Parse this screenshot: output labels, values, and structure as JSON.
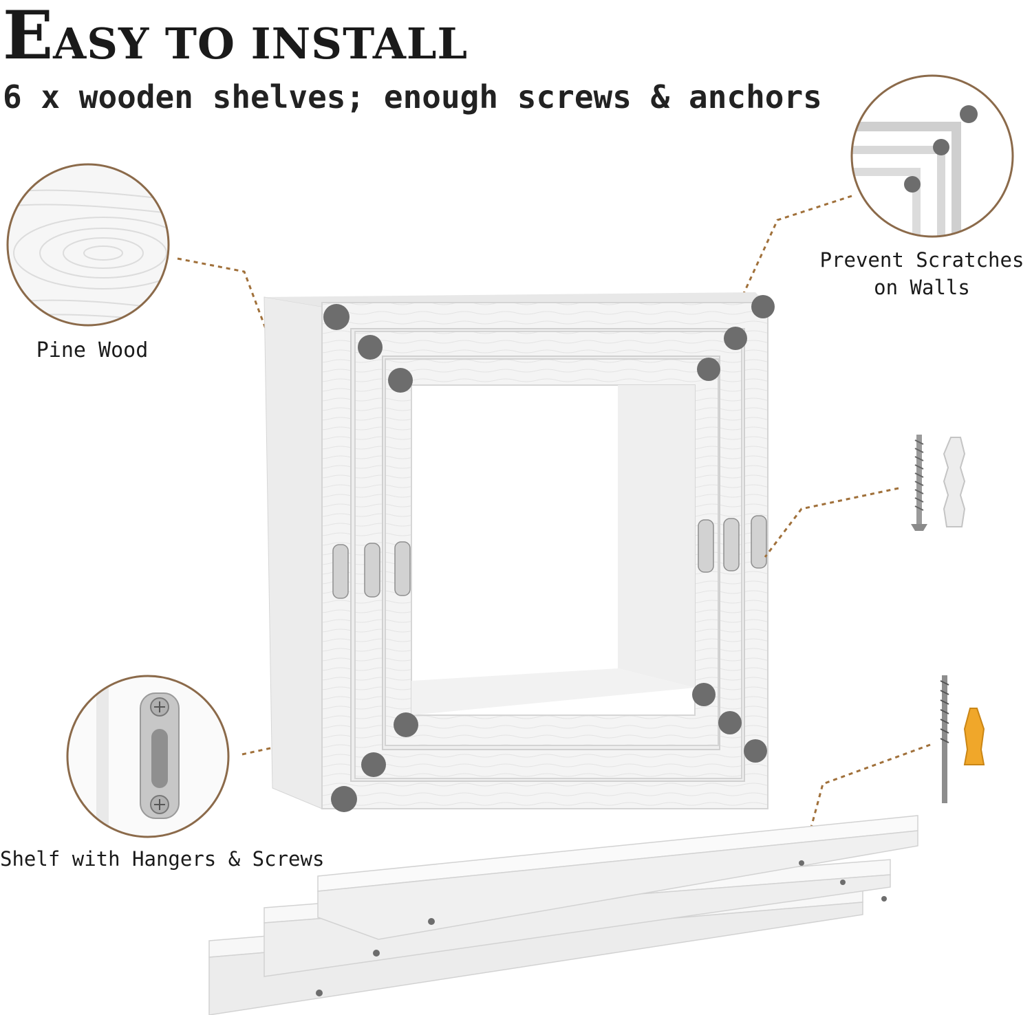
{
  "header": {
    "title_cap": "E",
    "title_rest": "ASY TO INSTALL",
    "subtitle": "6 x wooden shelves; enough screws & anchors"
  },
  "callouts": {
    "pine_wood": "Pine Wood",
    "prevent_scratches_line1": "Prevent Scratches",
    "prevent_scratches_line2": "on Walls",
    "shelf_hangers": "Shelf with Hangers & Screws"
  },
  "colors": {
    "callout_circle": "#8b6a4a",
    "dotted_leader": "#a0703a",
    "bumper_pad": "#6d6d6d",
    "wood_white": "#f4f4f4",
    "anchor_yellow": "#f0a72a"
  },
  "icons": [
    "wood-grain-icon",
    "bumper-pad-icon",
    "screw-icon",
    "wall-anchor-icon",
    "sawtooth-hanger-icon"
  ]
}
